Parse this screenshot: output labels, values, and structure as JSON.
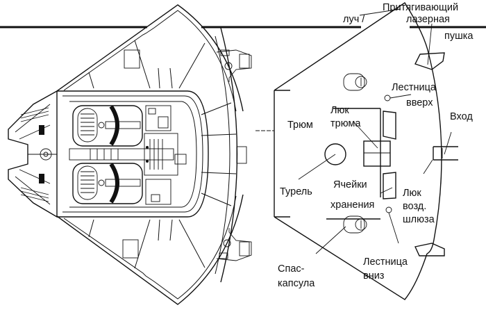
{
  "title": "Схема корабля (вид сверху и план палубы)",
  "labels": {
    "tractor_beam_a": "Притягивающий",
    "tractor_beam_b": "луч /",
    "laser_a": "лазерная",
    "laser_b": "пушка",
    "ladder_up_a": "Лестница",
    "ladder_up_b": "вверх",
    "entrance": "Вход",
    "hold": "Трюм",
    "hold_hatch_a": "Люк",
    "hold_hatch_b": "трюма",
    "turret": "Турель",
    "storage_a": "Ячейки",
    "storage_b": "хранения",
    "airlock_a": "Люк",
    "airlock_b": "возд.",
    "airlock_c": "шлюза",
    "escape_a": "Спас-",
    "escape_b": "капсула",
    "ladder_down_a": "Лестница",
    "ladder_down_b": "вниз"
  },
  "colors": {
    "ink": "#111111",
    "paper": "#ffffff"
  }
}
